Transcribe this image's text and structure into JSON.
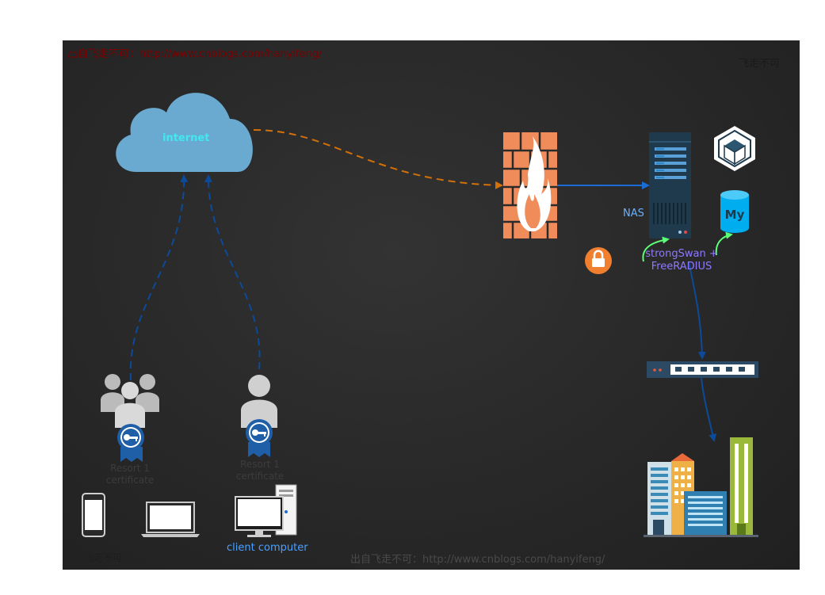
{
  "watermarks": {
    "top": "出自飞走不可：http://www.cnblogs.com/hanyifeng/",
    "top_right": "飞走不可",
    "bottom": "出自飞走不可：http://www.cnblogs.com/hanyifeng/"
  },
  "nodes": {
    "cloud": {
      "label": "internet"
    },
    "nas": {
      "label": "NAS"
    },
    "server_software": {
      "line1": "strongSwan +",
      "line2": "FreeRADIUS"
    },
    "group_user": {
      "line1": "Resort 1",
      "line2": "certificate"
    },
    "single_user": {
      "line1": "Resort 1",
      "line2": "certificate"
    },
    "client_computer": {
      "label": "client computer"
    },
    "phone_caption": {
      "label": "飞走不可"
    }
  },
  "colors": {
    "board": "#2a2a2a",
    "cloud": "#6aaad0",
    "firewall": "#f08c5a",
    "flame": "#ffffff",
    "server": "#1f3a4d",
    "arrow_orange": "#d2700a",
    "arrow_blue": "#1a6dd6",
    "arrow_dark_blue": "#0c4a9a",
    "arrow_green": "#5cff78",
    "lock": "#f08030",
    "mysql": "#00aeef",
    "label_blue": "#6ab0ff",
    "label_purple": "#8f78ff"
  },
  "icons": [
    "cloud-icon",
    "firewall-icon",
    "server-icon",
    "cube-icon",
    "mysql-icon",
    "lock-icon",
    "switch-icon",
    "buildings-icon",
    "user-group-icon",
    "user-icon",
    "certificate-badge-icon",
    "phone-icon",
    "laptop-icon",
    "desktop-computer-icon"
  ]
}
